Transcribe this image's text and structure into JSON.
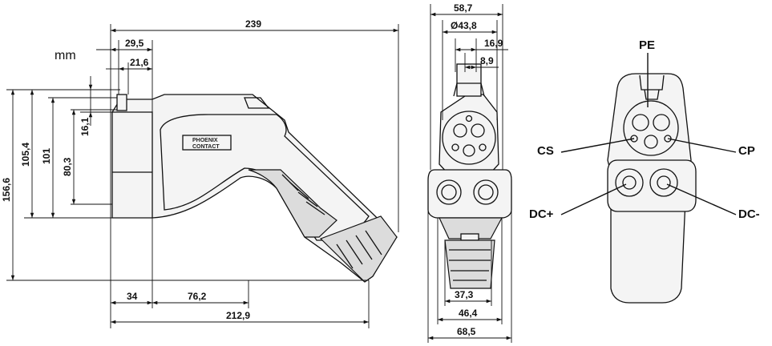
{
  "unit": "mm",
  "brand": {
    "line1": "PHOENIX",
    "line2": "CONTACT"
  },
  "side_view": {
    "dim_overall_length": "239",
    "dim_top_29_5": "29,5",
    "dim_top_21_6": "21,6",
    "dim_height_156_6": "156,6",
    "dim_height_105_4": "105,4",
    "dim_height_101": "101",
    "dim_height_80_3": "80,3",
    "dim_height_16_1": "16,1",
    "dim_bottom_34": "34",
    "dim_bottom_76_2": "76,2",
    "dim_bottom_212_9": "212,9"
  },
  "front_view": {
    "dim_width_58_7": "58,7",
    "dim_diameter_43_8": "Ø43,8",
    "dim_16_9": "16,9",
    "dim_8_9": "8,9",
    "dim_37_3": "37,3",
    "dim_46_4": "46,4",
    "dim_68_5": "68,5"
  },
  "pin_view": {
    "pins": [
      "PE",
      "CS",
      "CP",
      "DC+",
      "DC-"
    ]
  }
}
